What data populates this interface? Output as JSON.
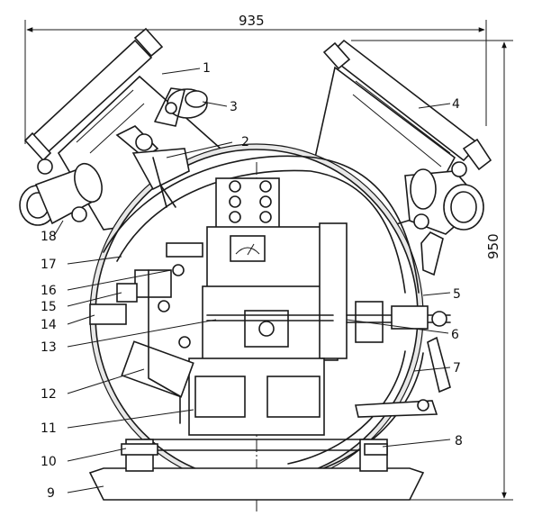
{
  "dimensions": {
    "width_label": "935",
    "height_label": "950"
  },
  "callouts": {
    "c1": "1",
    "c2": "2",
    "c3": "3",
    "c4": "4",
    "c5": "5",
    "c6": "6",
    "c7": "7",
    "c8": "8",
    "c9": "9",
    "c10": "10",
    "c11": "11",
    "c12": "12",
    "c13": "13",
    "c14": "14",
    "c15": "15",
    "c16": "16",
    "c17": "17",
    "c18": "18"
  }
}
